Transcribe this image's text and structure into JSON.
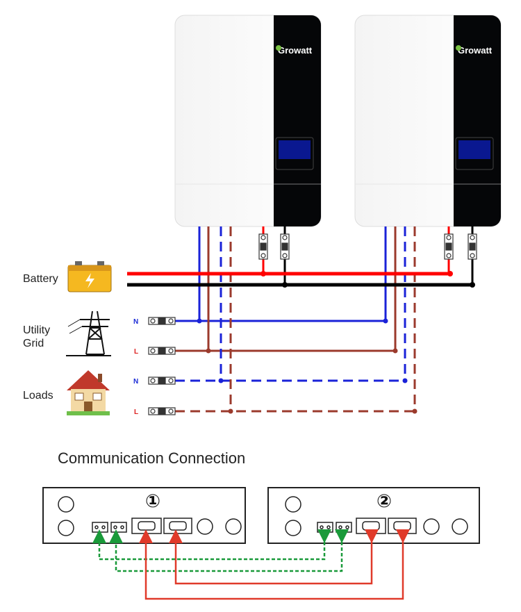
{
  "inverters": [
    {
      "brand": "Growatt"
    },
    {
      "brand": "Growatt"
    }
  ],
  "labels": {
    "battery": "Battery",
    "utility_line1": "Utility",
    "utility_line2": "Grid",
    "loads": "Loads"
  },
  "terminals": {
    "grid_n": "N",
    "grid_l": "L",
    "loads_n": "N",
    "loads_l": "L"
  },
  "communication": {
    "title": "Communication Connection",
    "unit1": "①",
    "unit2": "②"
  },
  "colors": {
    "battery_positive": "#ff0000",
    "battery_negative": "#000000",
    "neutral": "#1a22d8",
    "line": "#9b3a2c",
    "parallel_comm": "#1a9a3a",
    "current_share": "#e03a2a"
  }
}
